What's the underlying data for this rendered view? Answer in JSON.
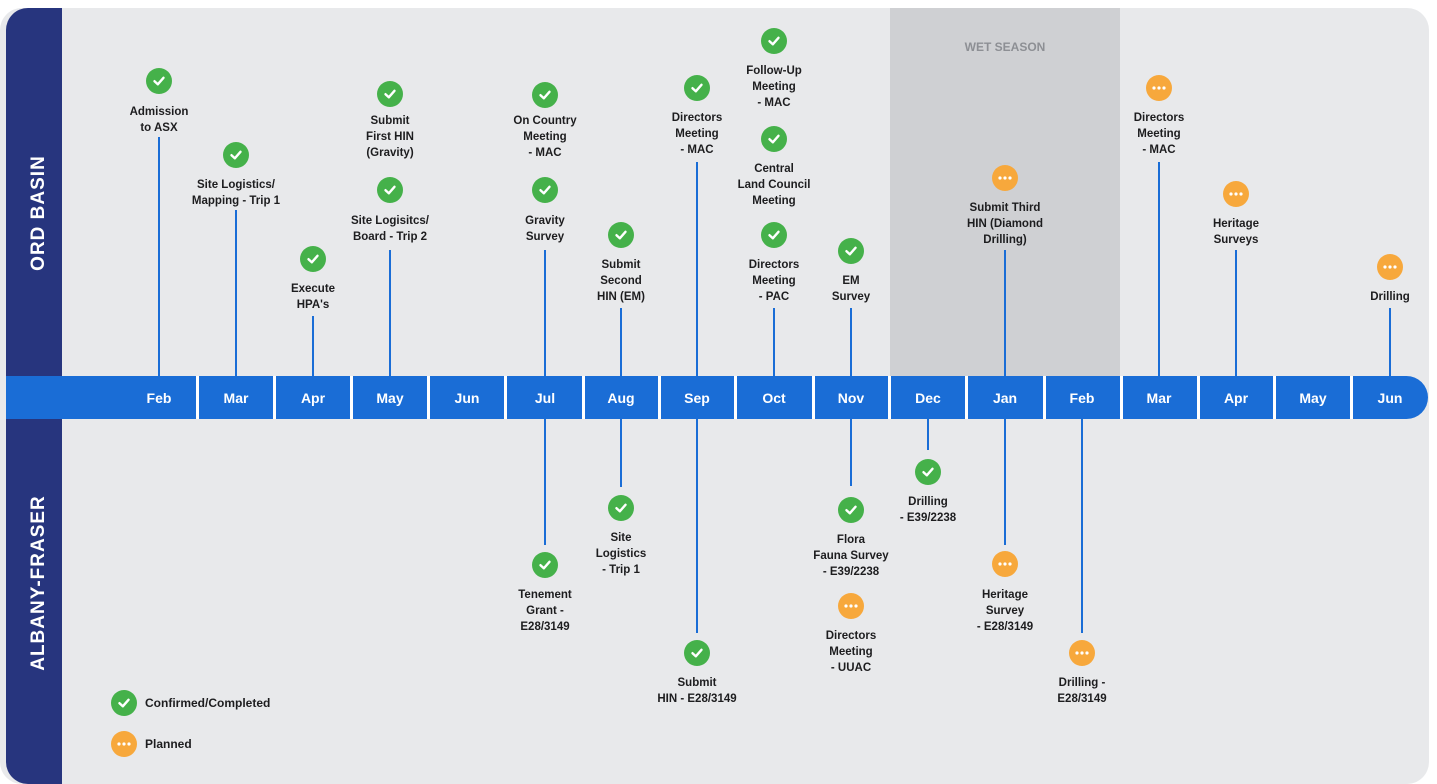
{
  "sections": {
    "top": "ORD BASIN",
    "bottom": "ALBANY-FRASER"
  },
  "wet_season": "WET SEASON",
  "months": [
    "Feb",
    "Mar",
    "Apr",
    "May",
    "Jun",
    "Jul",
    "Aug",
    "Sep",
    "Oct",
    "Nov",
    "Dec",
    "Jan",
    "Feb",
    "Mar",
    "Apr",
    "May",
    "Jun"
  ],
  "events_above": [
    {
      "month_index": 0,
      "status": "confirmed",
      "label": "Admission\nto ASX",
      "stem": true
    },
    {
      "month_index": 1,
      "status": "confirmed",
      "label": "Site Logistics/\nMapping - Trip 1",
      "stem": true
    },
    {
      "month_index": 2,
      "status": "confirmed",
      "label": "Execute\nHPA's",
      "stem": true
    },
    {
      "month_index": 3,
      "status": "confirmed",
      "label": "Submit\nFirst HIN\n(Gravity)",
      "stem": false
    },
    {
      "month_index": 3,
      "status": "confirmed",
      "label": "Site Logisitcs/\nBoard - Trip 2",
      "stem": true
    },
    {
      "month_index": 5,
      "status": "confirmed",
      "label": "On Country\nMeeting\n- MAC",
      "stem": false
    },
    {
      "month_index": 5,
      "status": "confirmed",
      "label": "Gravity\nSurvey",
      "stem": true
    },
    {
      "month_index": 6,
      "status": "confirmed",
      "label": "Submit\nSecond\nHIN (EM)",
      "stem": true
    },
    {
      "month_index": 7,
      "status": "confirmed",
      "label": "Directors\nMeeting\n- MAC",
      "stem": true
    },
    {
      "month_index": 8,
      "status": "confirmed",
      "label": "Follow-Up\nMeeting\n- MAC",
      "stem": false
    },
    {
      "month_index": 8,
      "status": "confirmed",
      "label": "Central\nLand Council\nMeeting",
      "stem": false
    },
    {
      "month_index": 8,
      "status": "confirmed",
      "label": "Directors\nMeeting\n- PAC",
      "stem": true
    },
    {
      "month_index": 9,
      "status": "confirmed",
      "label": "EM\nSurvey",
      "stem": true
    },
    {
      "month_index": 11,
      "status": "planned",
      "label": "Submit Third\nHIN (Diamond\nDrilling)",
      "stem": true
    },
    {
      "month_index": 13,
      "status": "planned",
      "label": "Directors\nMeeting\n- MAC",
      "stem": true
    },
    {
      "month_index": 14,
      "status": "planned",
      "label": "Heritage\nSurveys",
      "stem": true
    },
    {
      "month_index": 16,
      "status": "planned",
      "label": "Drilling",
      "stem": true
    }
  ],
  "events_below": [
    {
      "month_index": 5,
      "status": "confirmed",
      "label": "Tenement\nGrant -\nE28/3149",
      "stem": true
    },
    {
      "month_index": 6,
      "status": "confirmed",
      "label": "Site\nLogistics\n- Trip 1",
      "stem": true
    },
    {
      "month_index": 7,
      "status": "confirmed",
      "label": "Submit\nHIN - E28/3149",
      "stem": true
    },
    {
      "month_index": 9,
      "status": "confirmed",
      "label": "Flora\nFauna Survey\n- E39/2238",
      "stem": true
    },
    {
      "month_index": 9,
      "status": "planned",
      "label": "Directors\nMeeting\n- UUAC",
      "stem": false
    },
    {
      "month_index": 10,
      "status": "confirmed",
      "label": "Drilling\n- E39/2238",
      "stem": true
    },
    {
      "month_index": 11,
      "status": "planned",
      "label": "Heritage\nSurvey\n- E28/3149",
      "stem": true
    },
    {
      "month_index": 12,
      "status": "planned",
      "label": "Drilling -\nE28/3149",
      "stem": true
    }
  ],
  "legend": [
    {
      "status": "confirmed",
      "label": "Confirmed/Completed"
    },
    {
      "status": "planned",
      "label": "Planned"
    }
  ],
  "colors": {
    "confirmed": "#45b14a",
    "planned": "#f7a83c",
    "band": "#1a6dd6",
    "side": "#27357e"
  }
}
